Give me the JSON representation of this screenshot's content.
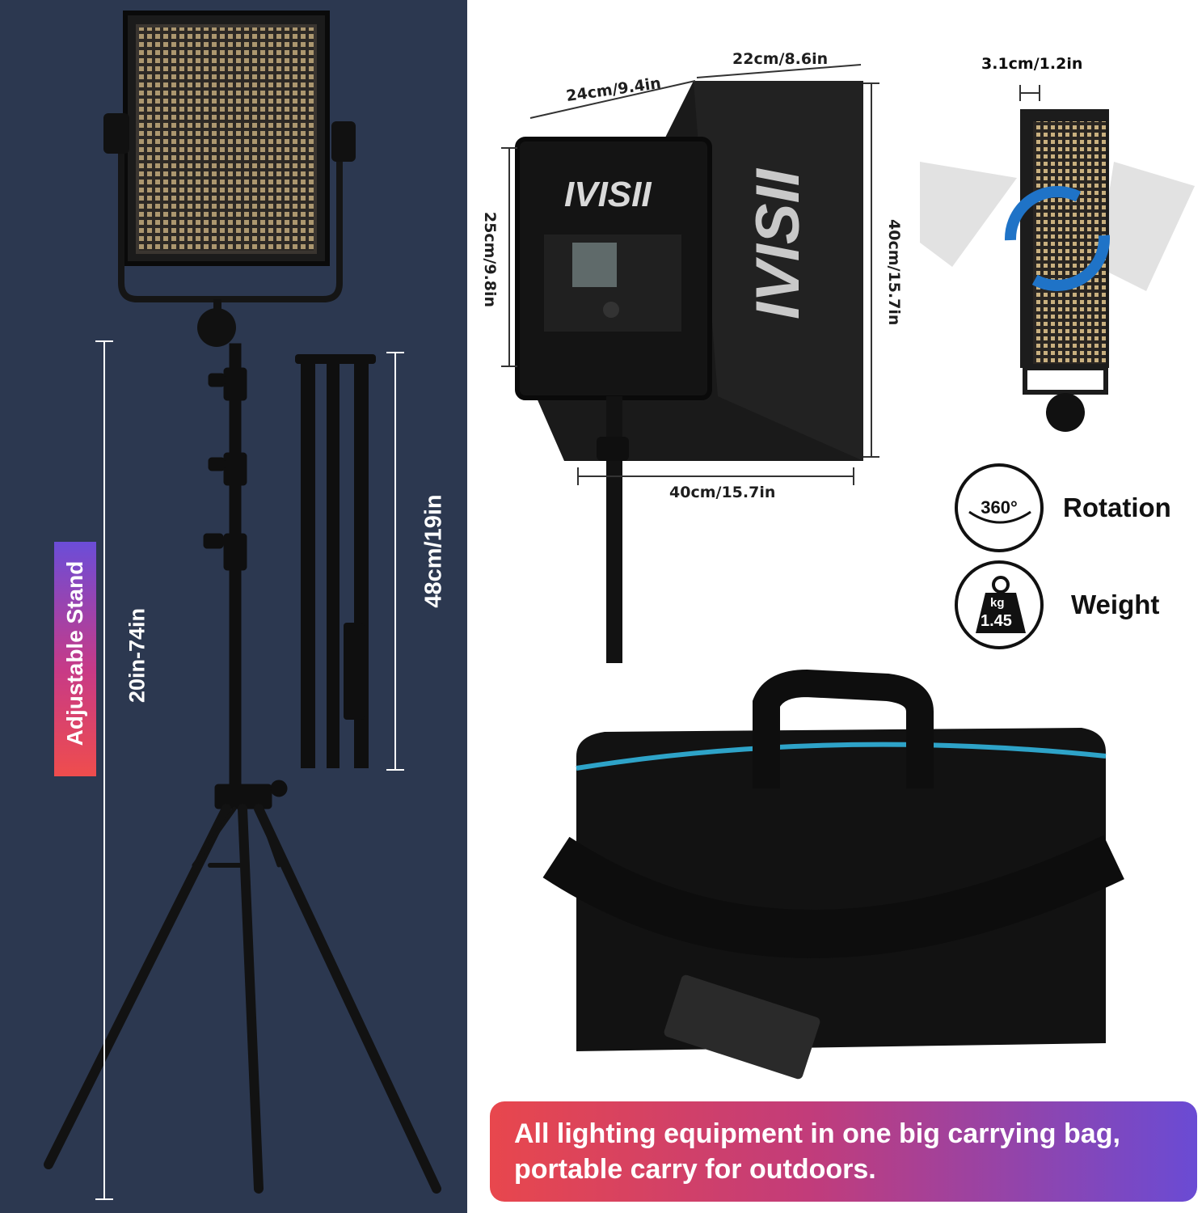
{
  "left": {
    "tag_label": "Adjustable Stand",
    "stand_height": "20in-74in",
    "folded_height": "48cm/19in"
  },
  "softbox": {
    "depth": "22cm/8.6in",
    "width_top": "24cm/9.4in",
    "height_front": "25cm/9.8in",
    "height_back": "40cm/15.7in",
    "width_bottom": "40cm/15.7in",
    "brand": "IVISII"
  },
  "panel": {
    "thickness": "3.1cm/1.2in"
  },
  "features": {
    "rotation_badge": "360°",
    "rotation_label": "Rotation",
    "weight_unit": "kg",
    "weight_value": "1.45",
    "weight_label": "Weight"
  },
  "banner": {
    "line1": "All lighting equipment in one big carrying bag,",
    "line2": "portable carry for outdoors."
  },
  "colors": {
    "left_bg": "#2c3850",
    "banner_start": "#e8474d",
    "banner_end": "#6a4bd4",
    "bag_zipper": "#2ea3c8"
  }
}
